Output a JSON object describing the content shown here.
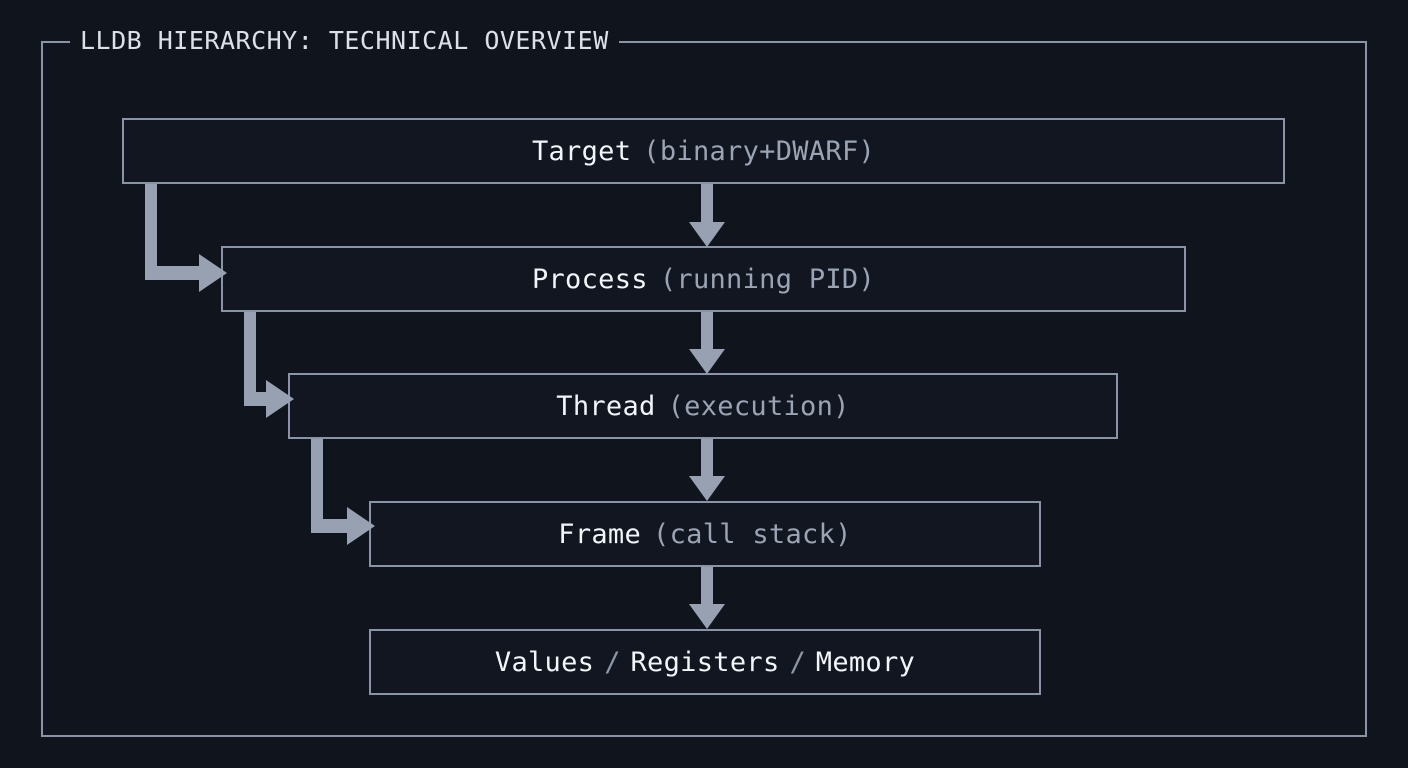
{
  "frame": {
    "title": "LLDB HIERARCHY: TECHNICAL OVERVIEW"
  },
  "colors": {
    "page_background": "#10141c",
    "box_fill": "#111620",
    "border": "#8a94a6",
    "primary_text": "#f2f5f9",
    "secondary_text": "#9aa4b4",
    "connector": "#97a1b1"
  },
  "diagram": {
    "type": "hierarchy-flow",
    "orientation": "top-down",
    "nodes": [
      {
        "id": "target",
        "label": "Target",
        "detail": "(binary+DWARF)",
        "level": 1
      },
      {
        "id": "process",
        "label": "Process",
        "detail": "(running PID)",
        "level": 2
      },
      {
        "id": "thread",
        "label": "Thread",
        "detail": "(execution)",
        "level": 3
      },
      {
        "id": "frame",
        "label": "Frame",
        "detail": "(call stack)",
        "level": 4
      },
      {
        "id": "values",
        "parts": [
          "Values",
          "Registers",
          "Memory"
        ],
        "separator": "/",
        "level": 5
      }
    ],
    "leaf": {
      "part_1": "Values",
      "sep_1": "/",
      "part_2": "Registers",
      "sep_2": "/",
      "part_3": "Memory"
    },
    "edges": [
      {
        "from": "target",
        "to": "process",
        "style": "straight-down"
      },
      {
        "from": "target",
        "to": "process",
        "style": "elbow-left"
      },
      {
        "from": "process",
        "to": "thread",
        "style": "straight-down"
      },
      {
        "from": "process",
        "to": "thread",
        "style": "elbow-left"
      },
      {
        "from": "thread",
        "to": "frame",
        "style": "straight-down"
      },
      {
        "from": "thread",
        "to": "frame",
        "style": "elbow-left"
      },
      {
        "from": "frame",
        "to": "values",
        "style": "straight-down"
      }
    ]
  }
}
